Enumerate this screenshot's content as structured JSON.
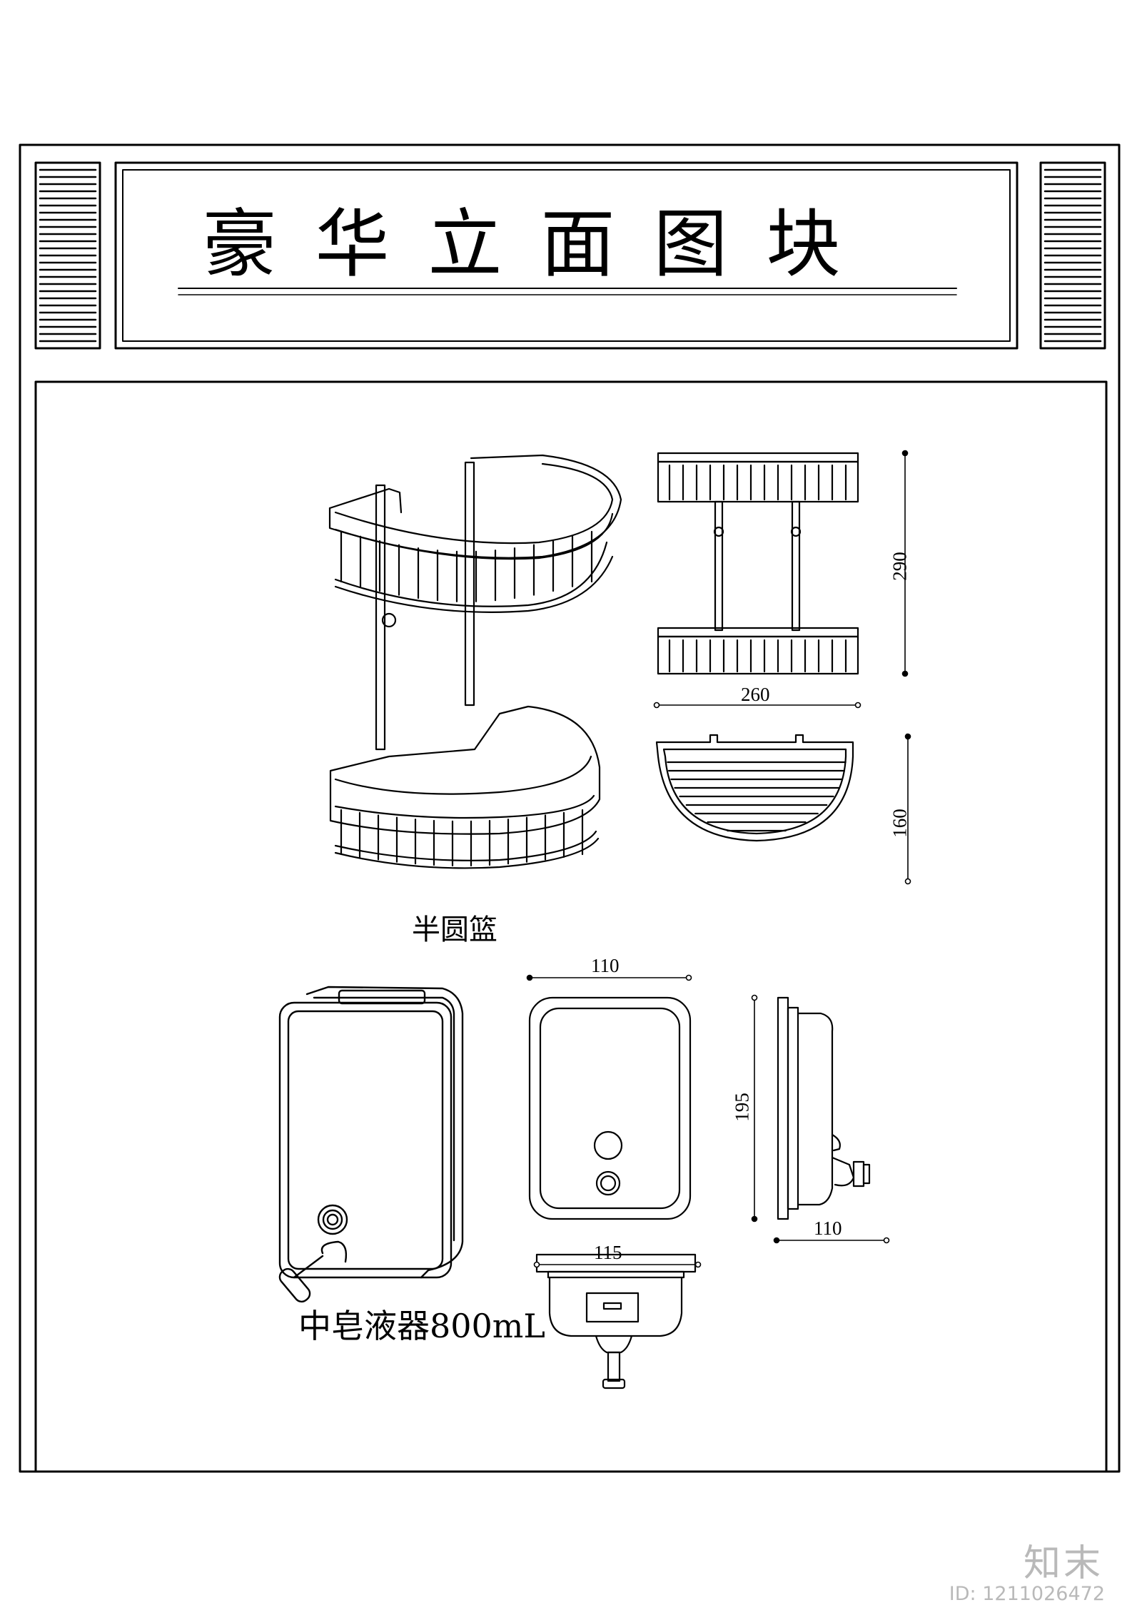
{
  "title": "豪华立面图块",
  "captions": {
    "basket": "半圆篮",
    "dispenser": "中皂液器800mL"
  },
  "dimensions": {
    "basket_height": "290",
    "basket_width": "260",
    "basket_depth": "160",
    "dispenser_front_width": "110",
    "dispenser_height": "195",
    "dispenser_side_depth": "110",
    "dispenser_bottom_width": "115"
  },
  "watermark": {
    "brand": "知末",
    "id_text": "ID: 1211026472",
    "color": "#b9b9b9"
  }
}
